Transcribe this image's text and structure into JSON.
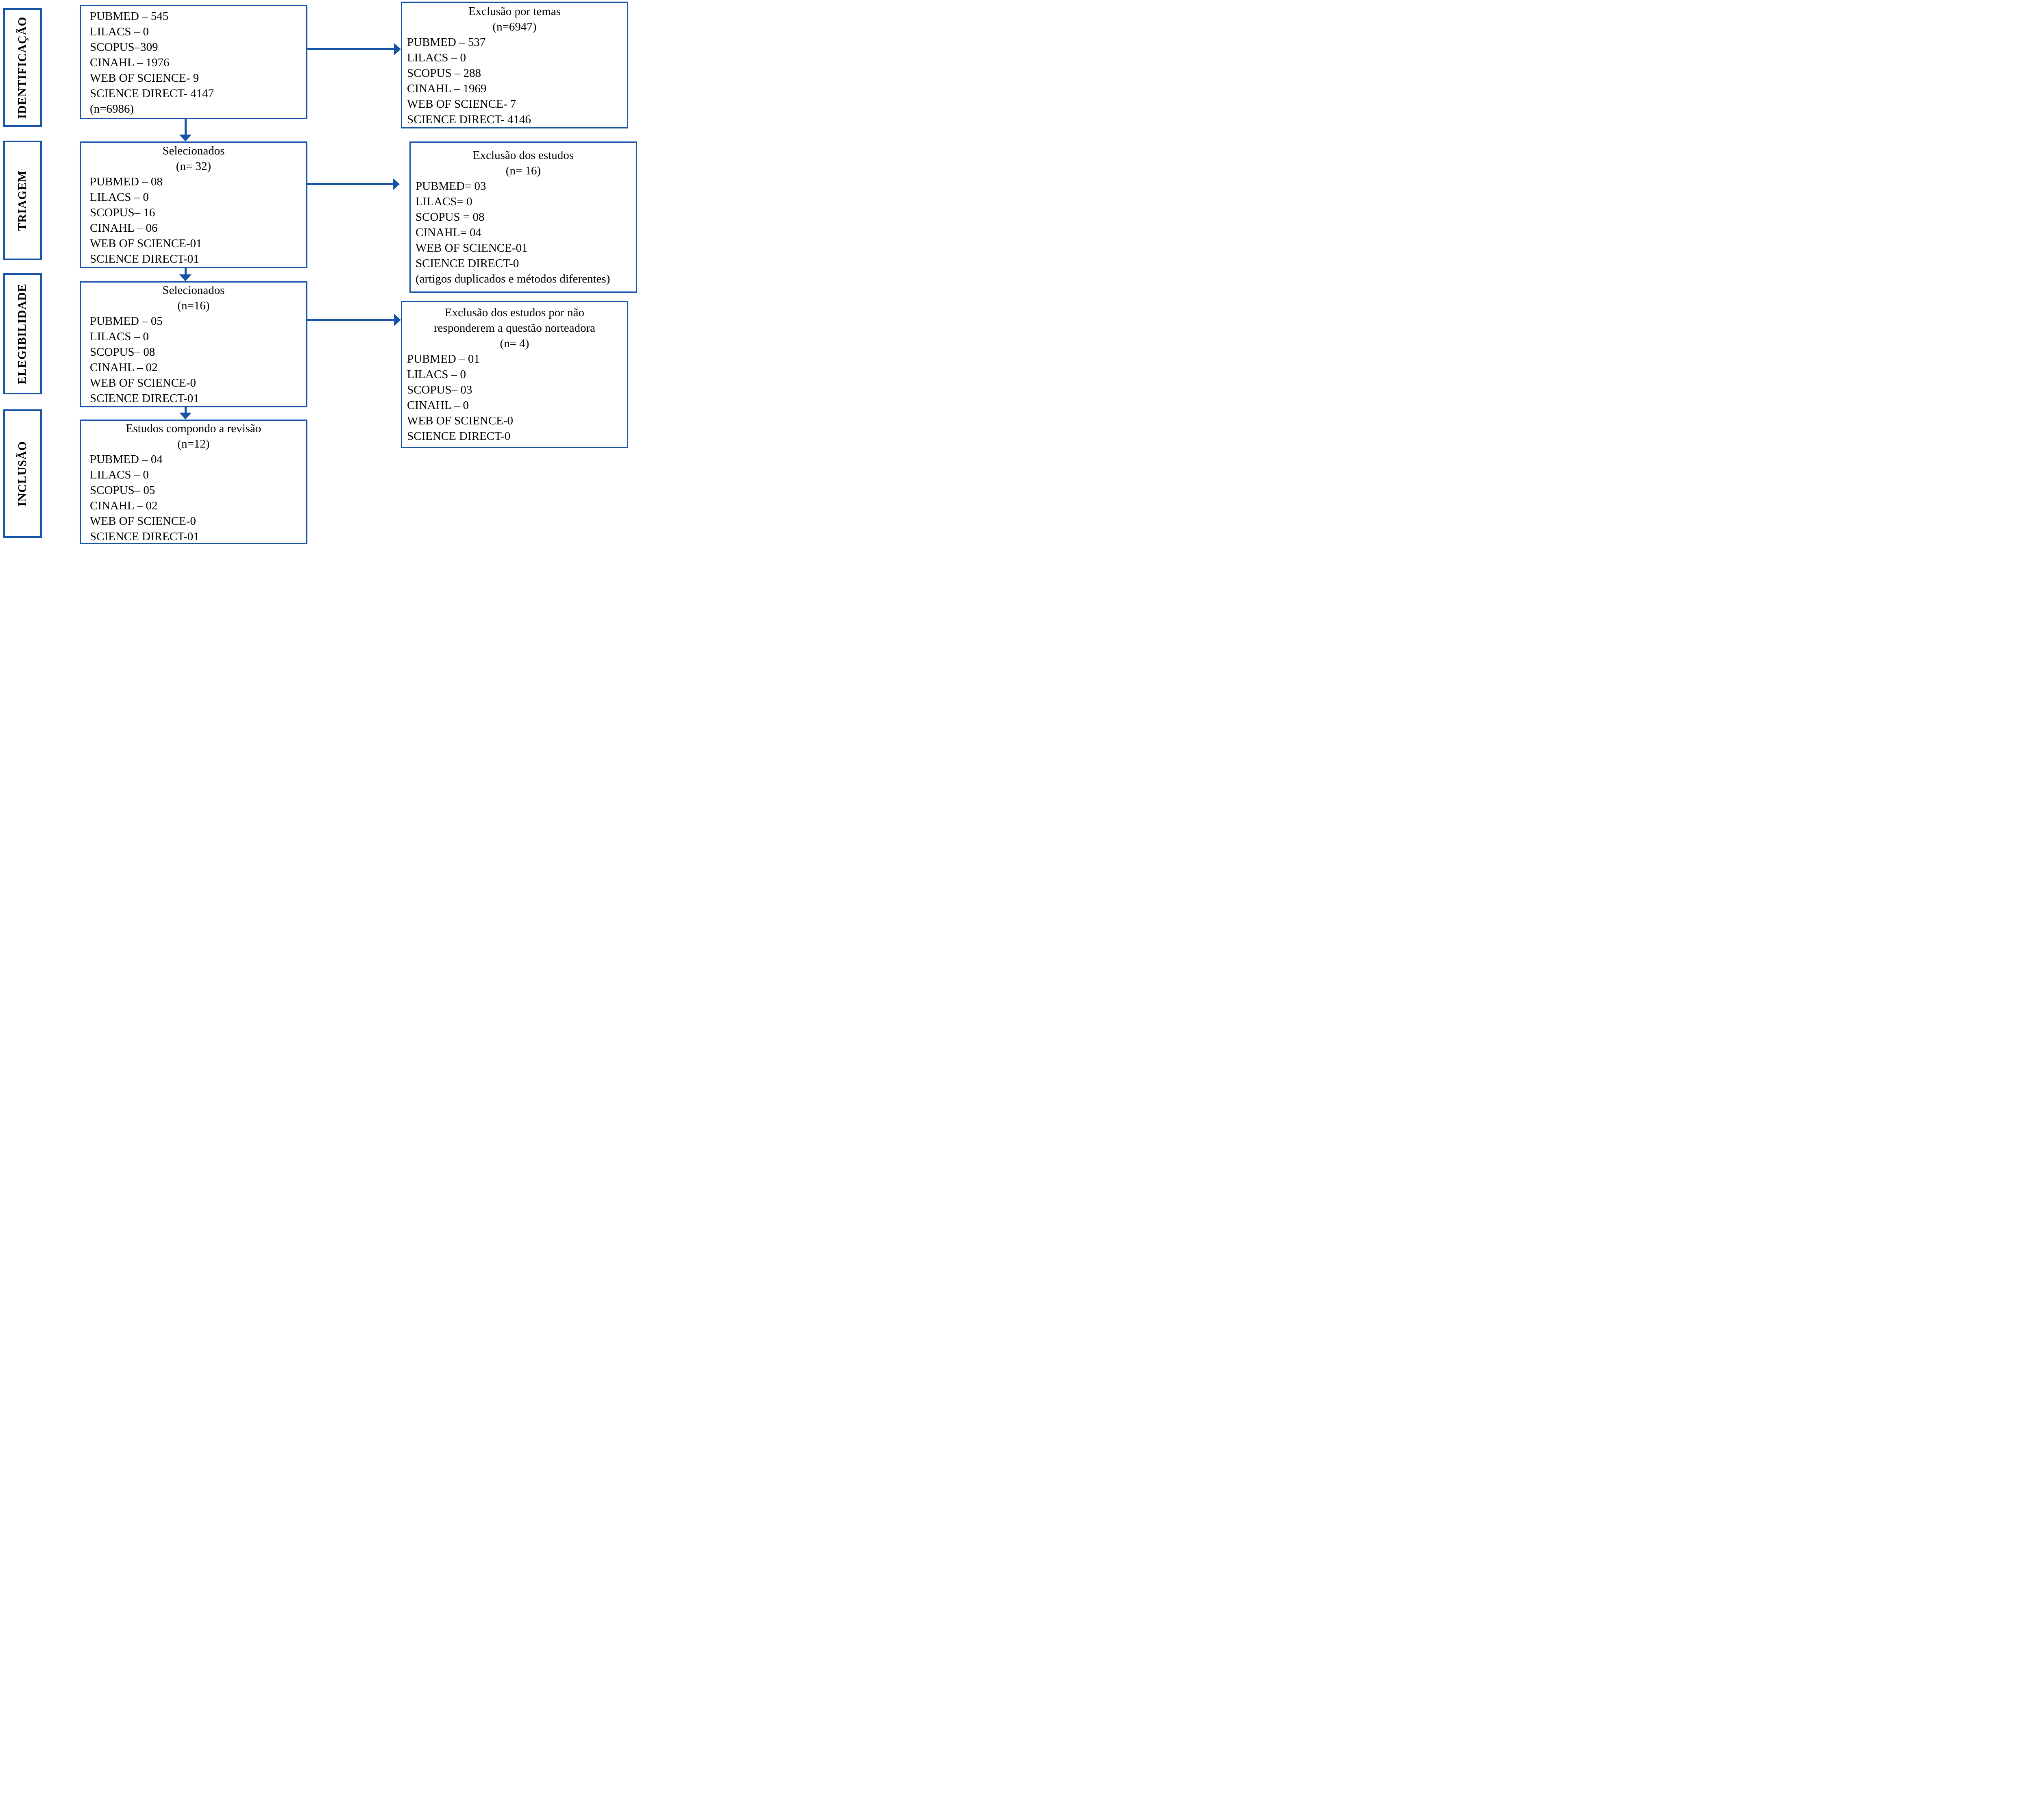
{
  "palette": {
    "line_blue": "#1554A6",
    "text_black": "#000000",
    "background": "#FFFFFF"
  },
  "sidebar": [
    {
      "label": "IDENTIFICAÇÃO"
    },
    {
      "label": "TRIAGEM"
    },
    {
      "label": "ELEGIBILIDADE"
    },
    {
      "label": "INCLUSÃO"
    }
  ],
  "flow_boxes": [
    {
      "title_lines": [],
      "items": [
        "PUBMED – 545",
        "LILACS – 0",
        "SCOPUS–309",
        "CINAHL – 1976",
        "WEB OF SCIENCE- 9",
        "SCIENCE DIRECT- 4147",
        "(n=6986)"
      ]
    },
    {
      "title_lines": [
        "Selecionados",
        "(n= 32)"
      ],
      "items": [
        "PUBMED – 08",
        "LILACS – 0",
        "SCOPUS– 16",
        "CINAHL – 06",
        "WEB OF SCIENCE-01",
        "SCIENCE DIRECT-01"
      ]
    },
    {
      "title_lines": [
        "Selecionados",
        "(n=16)"
      ],
      "items": [
        "PUBMED – 05",
        "LILACS – 0",
        "SCOPUS– 08",
        "CINAHL – 02",
        "WEB OF SCIENCE-0",
        "SCIENCE DIRECT-01"
      ]
    },
    {
      "title_lines": [
        "Estudos compondo a revisão",
        "(n=12)"
      ],
      "items": [
        "PUBMED – 04",
        "LILACS – 0",
        "SCOPUS– 05",
        "CINAHL – 02",
        "WEB OF SCIENCE-0",
        "SCIENCE DIRECT-01"
      ]
    }
  ],
  "exclusion_boxes": [
    {
      "title_lines": [
        "Exclusão por temas",
        "(n=6947)"
      ],
      "items": [
        "PUBMED – 537",
        "LILACS – 0",
        "SCOPUS – 288",
        "CINAHL – 1969",
        "WEB OF SCIENCE- 7",
        "SCIENCE DIRECT- 4146"
      ]
    },
    {
      "title_lines": [
        "Exclusão dos estudos",
        "(n= 16)"
      ],
      "items": [
        "PUBMED= 03",
        "LILACS= 0",
        "SCOPUS = 08",
        "CINAHL= 04",
        "WEB OF SCIENCE-01",
        "SCIENCE DIRECT-0",
        "(artigos duplicados e métodos diferentes)"
      ]
    },
    {
      "title_lines": [
        "Exclusão dos estudos por não",
        "responderem a questão norteadora",
        "(n= 4)"
      ],
      "items": [
        "PUBMED – 01",
        "LILACS – 0",
        "SCOPUS– 03",
        "CINAHL – 0",
        "WEB OF SCIENCE-0",
        "SCIENCE DIRECT-0"
      ]
    }
  ]
}
